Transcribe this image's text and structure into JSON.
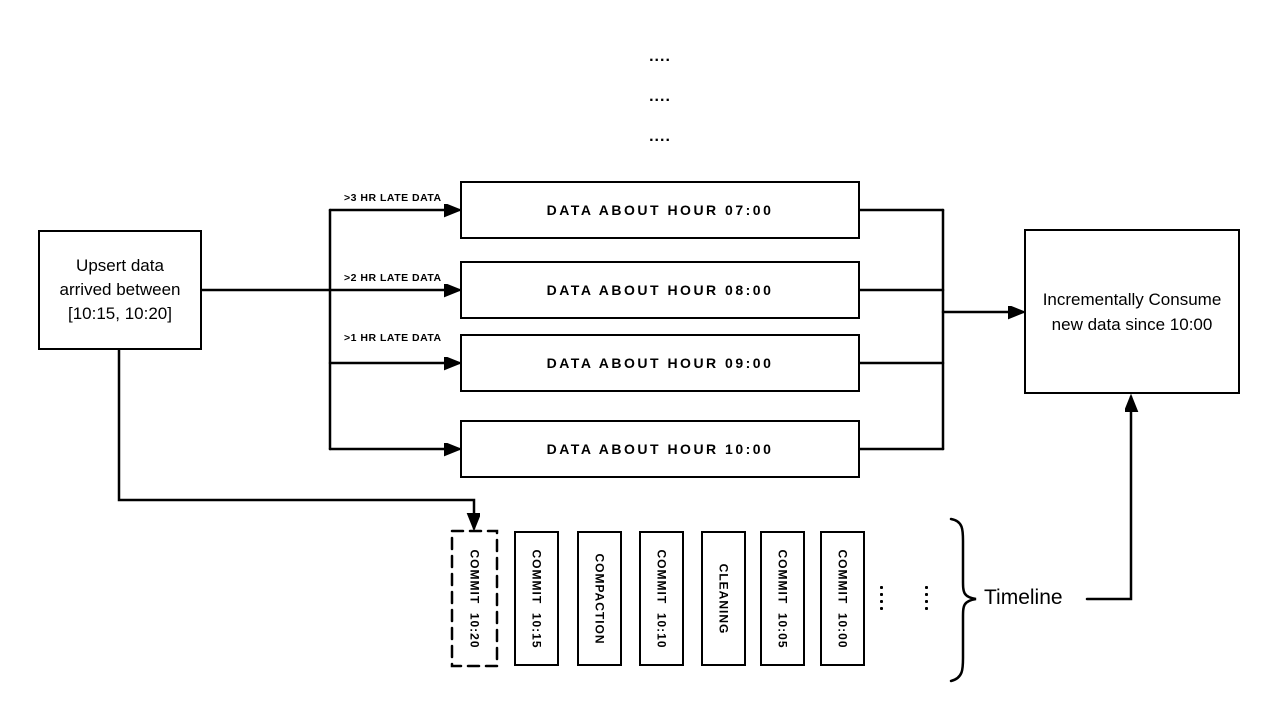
{
  "diagram": {
    "top_ellipsis": [
      "....",
      "....",
      "...."
    ],
    "source_box": {
      "text": "Upsert data\narrived between\n[10:15, 10:20]"
    },
    "late_data_labels": [
      ">3 HR LATE DATA",
      ">2 HR LATE DATA",
      ">1 HR LATE DATA"
    ],
    "hour_boxes": [
      {
        "label": "DATA ABOUT HOUR 07:00"
      },
      {
        "label": "DATA ABOUT HOUR 08:00"
      },
      {
        "label": "DATA ABOUT HOUR 09:00"
      },
      {
        "label": "DATA ABOUT HOUR 10:00"
      }
    ],
    "consumer_box": {
      "text": "Incrementally Consume\nnew data since 10:00"
    },
    "timeline": {
      "label": "Timeline",
      "commits": [
        {
          "label": "COMMIT  10:20",
          "style": "dashed"
        },
        {
          "label": "COMMIT  10:15",
          "style": "solid"
        },
        {
          "label": "COMPACTION",
          "style": "solid"
        },
        {
          "label": "COMMIT  10:10",
          "style": "solid"
        },
        {
          "label": "CLEANING",
          "style": "solid"
        },
        {
          "label": "COMMIT  10:05",
          "style": "solid"
        },
        {
          "label": "COMMIT  10:00",
          "style": "solid"
        }
      ]
    },
    "colors": {
      "ink": "#000000",
      "background": "#ffffff"
    }
  }
}
